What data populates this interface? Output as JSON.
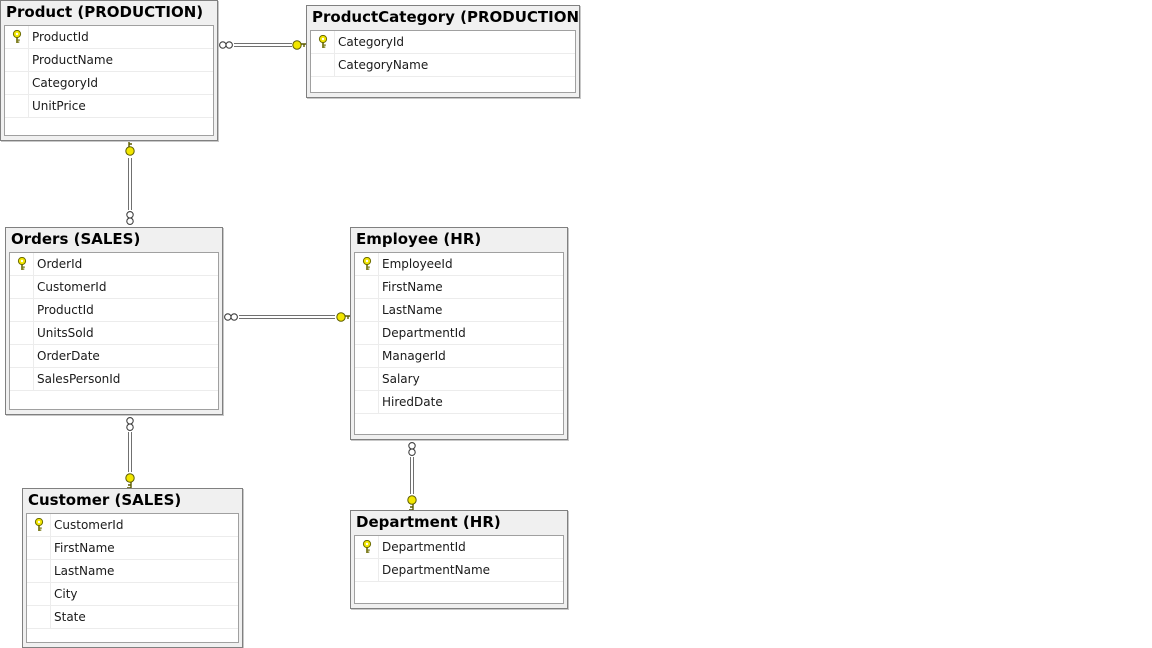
{
  "tables": [
    {
      "id": "product",
      "title": "Product (PRODUCTION)",
      "columns": [
        {
          "name": "ProductId",
          "pk": true
        },
        {
          "name": "ProductName"
        },
        {
          "name": "CategoryId"
        },
        {
          "name": "UnitPrice"
        }
      ]
    },
    {
      "id": "productcategory",
      "title": "ProductCategory (PRODUCTION)",
      "columns": [
        {
          "name": "CategoryId",
          "pk": true
        },
        {
          "name": "CategoryName"
        }
      ]
    },
    {
      "id": "orders",
      "title": "Orders (SALES)",
      "columns": [
        {
          "name": "OrderId",
          "pk": true
        },
        {
          "name": "CustomerId"
        },
        {
          "name": "ProductId"
        },
        {
          "name": "UnitsSold"
        },
        {
          "name": "OrderDate"
        },
        {
          "name": "SalesPersonId"
        }
      ]
    },
    {
      "id": "employee",
      "title": "Employee (HR)",
      "columns": [
        {
          "name": "EmployeeId",
          "pk": true
        },
        {
          "name": "FirstName"
        },
        {
          "name": "LastName"
        },
        {
          "name": "DepartmentId"
        },
        {
          "name": "ManagerId"
        },
        {
          "name": "Salary"
        },
        {
          "name": "HiredDate"
        }
      ]
    },
    {
      "id": "customer",
      "title": "Customer (SALES)",
      "columns": [
        {
          "name": "CustomerId",
          "pk": true
        },
        {
          "name": "FirstName"
        },
        {
          "name": "LastName"
        },
        {
          "name": "City"
        },
        {
          "name": "State"
        }
      ]
    },
    {
      "id": "department",
      "title": "Department (HR)",
      "columns": [
        {
          "name": "DepartmentId",
          "pk": true
        },
        {
          "name": "DepartmentName"
        }
      ]
    }
  ],
  "relationships": [
    {
      "from": "product",
      "to": "productcategory"
    },
    {
      "from": "orders",
      "to": "product"
    },
    {
      "from": "orders",
      "to": "employee"
    },
    {
      "from": "orders",
      "to": "customer"
    },
    {
      "from": "employee",
      "to": "department"
    }
  ],
  "colors": {
    "key": "#f2e600",
    "link": "#707070",
    "header": "#f0f0f0"
  }
}
